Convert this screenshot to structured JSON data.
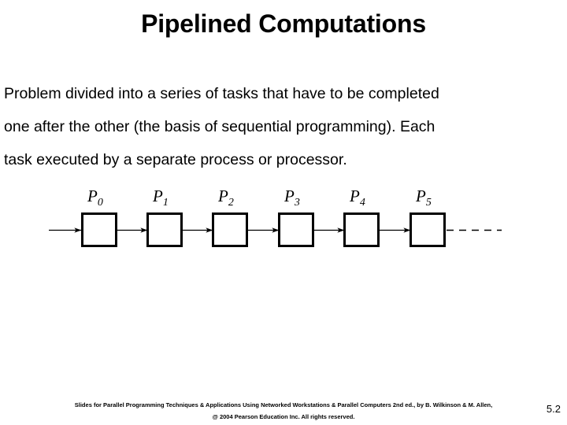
{
  "slide": {
    "title": "Pipelined Computations",
    "page_number": "5.2",
    "background_color": "#ffffff",
    "text_color": "#000000"
  },
  "body": {
    "full_text": "Problem divided into a series of tasks that have to be completed one after the other (the basis of sequential programming). Each task executed by a separate process or processor.",
    "lines": [
      "Problem divided into a series of tasks that have to be completed",
      "one after the other (the basis of sequential programming). Each",
      "task executed by a separate process or processor."
    ]
  },
  "diagram": {
    "name": "pipeline-diagram",
    "stage_count": 6,
    "stages": [
      {
        "label_base": "P",
        "label_sub": "0",
        "label": "P0"
      },
      {
        "label_base": "P",
        "label_sub": "1",
        "label": "P1"
      },
      {
        "label_base": "P",
        "label_sub": "2",
        "label": "P2"
      },
      {
        "label_base": "P",
        "label_sub": "3",
        "label": "P3"
      },
      {
        "label_base": "P",
        "label_sub": "4",
        "label": "P4"
      },
      {
        "label_base": "P",
        "label_sub": "5",
        "label": "P5"
      }
    ],
    "has_input_arrow": true,
    "has_trailing_dashed_line": true,
    "stroke_color": "#000000"
  },
  "footer": {
    "line1": "Slides for Parallel Programming Techniques & Applications Using Networked Workstations & Parallel Computers 2nd ed., by B. Wilkinson & M. Allen,",
    "line2": "@ 2004 Pearson Education Inc. All rights reserved."
  }
}
